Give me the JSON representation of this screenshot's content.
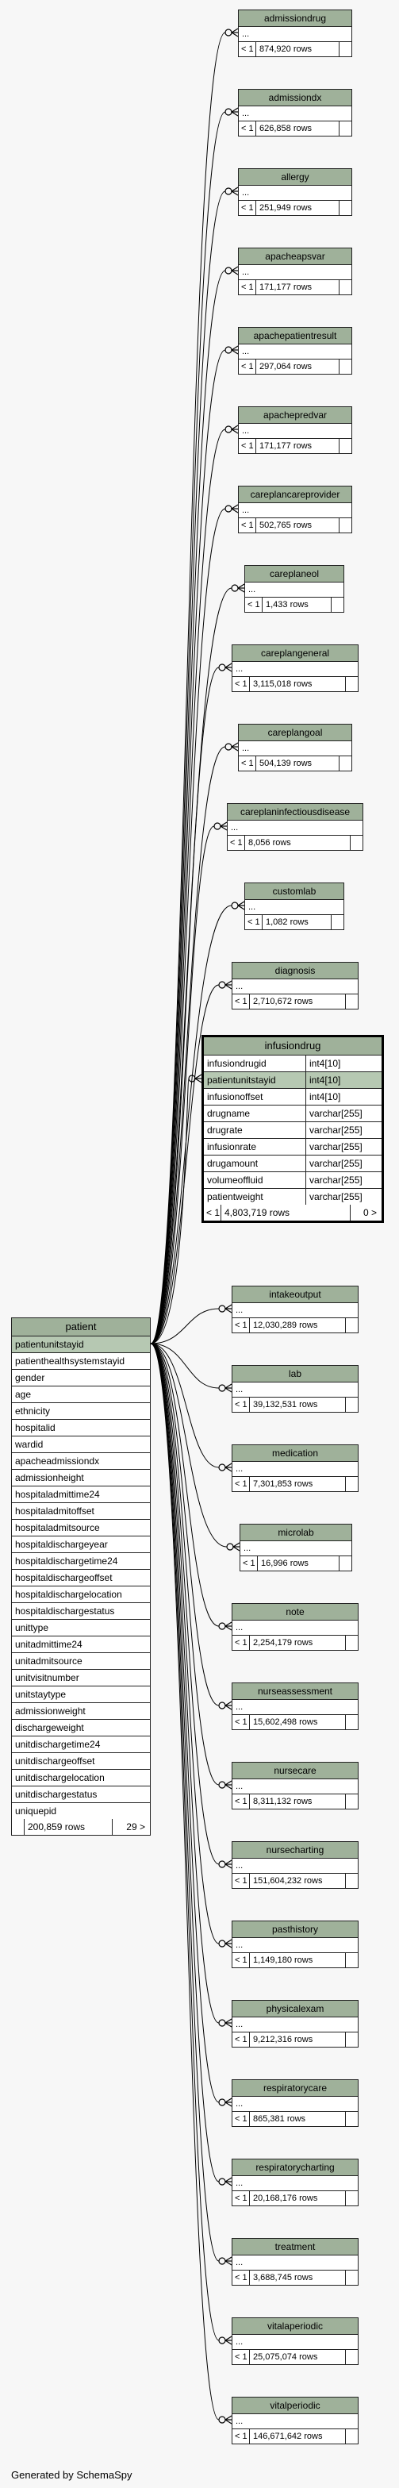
{
  "footer": "Generated by SchemaSpy",
  "patient": {
    "name": "patient",
    "columns": [
      "patientunitstayid",
      "patienthealthsystemstayid",
      "gender",
      "age",
      "ethnicity",
      "hospitalid",
      "wardid",
      "apacheadmissiondx",
      "admissionheight",
      "hospitaladmittime24",
      "hospitaladmitoffset",
      "hospitaladmitsource",
      "hospitaldischargeyear",
      "hospitaldischargetime24",
      "hospitaldischargeoffset",
      "hospitaldischargelocation",
      "hospitaldischargestatus",
      "unittype",
      "unitadmittime24",
      "unitadmitsource",
      "unitvisitnumber",
      "unitstaytype",
      "admissionweight",
      "dischargeweight",
      "unitdischargetime24",
      "unitdischargeoffset",
      "unitdischargelocation",
      "unitdischargestatus",
      "uniquepid"
    ],
    "rows": "200,859 rows",
    "more": "29 >"
  },
  "infusiondrug": {
    "name": "infusiondrug",
    "columns": [
      {
        "name": "infusiondrugid",
        "type": "int4[10]"
      },
      {
        "name": "patientunitstayid",
        "type": "int4[10]"
      },
      {
        "name": "infusionoffset",
        "type": "int4[10]"
      },
      {
        "name": "drugname",
        "type": "varchar[255]"
      },
      {
        "name": "drugrate",
        "type": "varchar[255]"
      },
      {
        "name": "infusionrate",
        "type": "varchar[255]"
      },
      {
        "name": "drugamount",
        "type": "varchar[255]"
      },
      {
        "name": "volumeoffluid",
        "type": "varchar[255]"
      },
      {
        "name": "patientweight",
        "type": "varchar[255]"
      }
    ],
    "lt": "< 1",
    "rows": "4,803,719 rows",
    "more": "0 >"
  },
  "tables": [
    {
      "name": "admissiondrug",
      "ellipsis": "...",
      "lt": "< 1",
      "rows": "874,920 rows"
    },
    {
      "name": "admissiondx",
      "ellipsis": "...",
      "lt": "< 1",
      "rows": "626,858 rows"
    },
    {
      "name": "allergy",
      "ellipsis": "...",
      "lt": "< 1",
      "rows": "251,949 rows"
    },
    {
      "name": "apacheapsvar",
      "ellipsis": "...",
      "lt": "< 1",
      "rows": "171,177 rows"
    },
    {
      "name": "apachepatientresult",
      "ellipsis": "...",
      "lt": "< 1",
      "rows": "297,064 rows"
    },
    {
      "name": "apachepredvar",
      "ellipsis": "...",
      "lt": "< 1",
      "rows": "171,177 rows"
    },
    {
      "name": "careplancareprovider",
      "ellipsis": "...",
      "lt": "< 1",
      "rows": "502,765 rows"
    },
    {
      "name": "careplaneol",
      "ellipsis": "...",
      "lt": "< 1",
      "rows": "1,433 rows"
    },
    {
      "name": "careplangeneral",
      "ellipsis": "...",
      "lt": "< 1",
      "rows": "3,115,018 rows"
    },
    {
      "name": "careplangoal",
      "ellipsis": "...",
      "lt": "< 1",
      "rows": "504,139 rows"
    },
    {
      "name": "careplaninfectiousdisease",
      "ellipsis": "...",
      "lt": "< 1",
      "rows": "8,056 rows"
    },
    {
      "name": "customlab",
      "ellipsis": "...",
      "lt": "< 1",
      "rows": "1,082 rows"
    },
    {
      "name": "diagnosis",
      "ellipsis": "...",
      "lt": "< 1",
      "rows": "2,710,672 rows"
    },
    {
      "name": "intakeoutput",
      "ellipsis": "...",
      "lt": "< 1",
      "rows": "12,030,289 rows"
    },
    {
      "name": "lab",
      "ellipsis": "...",
      "lt": "< 1",
      "rows": "39,132,531 rows"
    },
    {
      "name": "medication",
      "ellipsis": "...",
      "lt": "< 1",
      "rows": "7,301,853 rows"
    },
    {
      "name": "microlab",
      "ellipsis": "...",
      "lt": "< 1",
      "rows": "16,996 rows"
    },
    {
      "name": "note",
      "ellipsis": "...",
      "lt": "< 1",
      "rows": "2,254,179 rows"
    },
    {
      "name": "nurseassessment",
      "ellipsis": "...",
      "lt": "< 1",
      "rows": "15,602,498 rows"
    },
    {
      "name": "nursecare",
      "ellipsis": "...",
      "lt": "< 1",
      "rows": "8,311,132 rows"
    },
    {
      "name": "nursecharting",
      "ellipsis": "...",
      "lt": "< 1",
      "rows": "151,604,232 rows"
    },
    {
      "name": "pasthistory",
      "ellipsis": "...",
      "lt": "< 1",
      "rows": "1,149,180 rows"
    },
    {
      "name": "physicalexam",
      "ellipsis": "...",
      "lt": "< 1",
      "rows": "9,212,316 rows"
    },
    {
      "name": "respiratorycare",
      "ellipsis": "...",
      "lt": "< 1",
      "rows": "865,381 rows"
    },
    {
      "name": "respiratorycharting",
      "ellipsis": "...",
      "lt": "< 1",
      "rows": "20,168,176 rows"
    },
    {
      "name": "treatment",
      "ellipsis": "...",
      "lt": "< 1",
      "rows": "3,688,745 rows"
    },
    {
      "name": "vitalaperiodic",
      "ellipsis": "...",
      "lt": "< 1",
      "rows": "25,075,074 rows"
    },
    {
      "name": "vitalperiodic",
      "ellipsis": "...",
      "lt": "< 1",
      "rows": "146,671,642 rows"
    }
  ]
}
